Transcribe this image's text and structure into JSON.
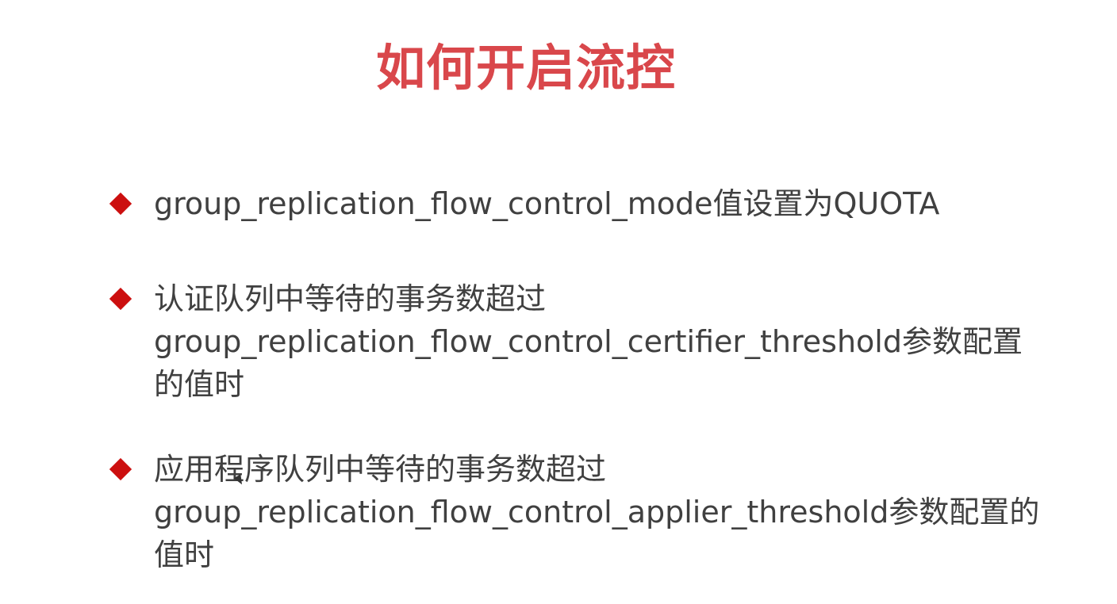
{
  "slide": {
    "title": "如何开启流控",
    "bullets": [
      {
        "lines": [
          "group_replication_flow_control_mode值设置为QUOTA"
        ]
      },
      {
        "lines": [
          "认证队列中等待的事务数超过",
          "group_replication_flow_control_certifier_threshold参数配置",
          "的值时"
        ]
      },
      {
        "lines": [
          "应用程序队列中等待的事务数超过",
          "group_replication_flow_control_applier_threshold参数配置的",
          "值时"
        ]
      }
    ]
  },
  "colors": {
    "title": "#d9474b",
    "bullet_marker": "#cc0f0f",
    "text": "#404040"
  },
  "icons": {
    "bullet_marker": "diamond-icon",
    "cursor": "mouse-pointer-icon"
  }
}
